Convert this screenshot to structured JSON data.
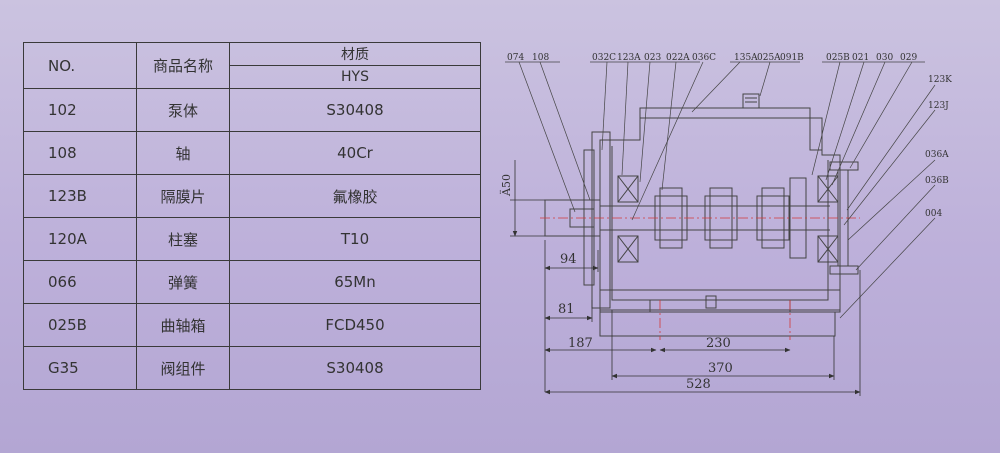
{
  "table": {
    "header": {
      "no": "NO.",
      "name": "商品名称",
      "material": "材质",
      "material_sub": "HYS"
    },
    "rows": [
      {
        "no": "102",
        "name": "泵体",
        "material": "S30408"
      },
      {
        "no": "108",
        "name": "轴",
        "material": "40Cr"
      },
      {
        "no": "123B",
        "name": "隔膜片",
        "material": "氟橡胶"
      },
      {
        "no": "120A",
        "name": "柱塞",
        "material": "T10"
      },
      {
        "no": "066",
        "name": "弹簧",
        "material": "65Mn"
      },
      {
        "no": "025B",
        "name": "曲轴箱",
        "material": "FCD450"
      },
      {
        "no": "G35",
        "name": "阀组件",
        "material": "S30408"
      }
    ]
  },
  "drawing": {
    "part_labels": [
      "074",
      "108",
      "032C",
      "123A",
      "023",
      "022A",
      "036C",
      "135A",
      "025A",
      "091B",
      "025B",
      "021",
      "030",
      "029",
      "123K",
      "123J",
      "036A",
      "036B",
      "004"
    ],
    "dimensions": {
      "diameter": "Ä50",
      "d94": "94",
      "d81": "81",
      "d187": "187",
      "d230": "230",
      "d370": "370",
      "d528": "528"
    }
  }
}
